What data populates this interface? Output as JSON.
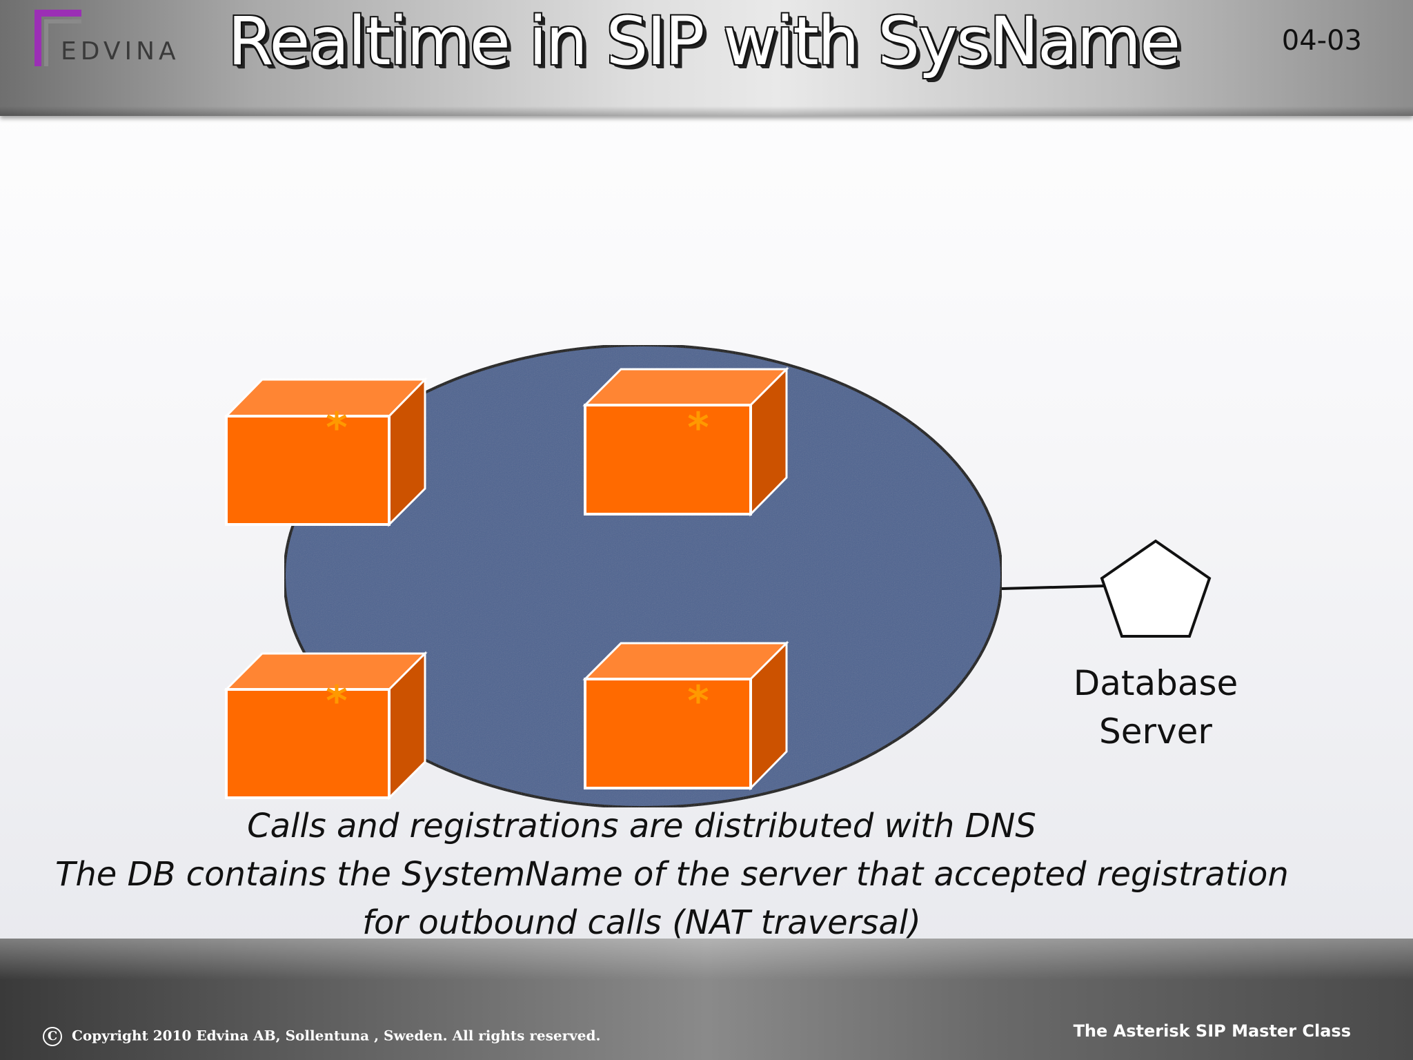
{
  "header": {
    "logo_text": "EDVINA",
    "title": "Realtime in SIP with SysName",
    "slide_number": "04-03"
  },
  "diagram": {
    "server_symbol": "*",
    "database_label_line1": "Database",
    "database_label_line2": "Server",
    "colors": {
      "cloud": "#4d6390",
      "box_front": "#ff6a00",
      "box_top": "#ff8533",
      "box_side": "#cc5200",
      "star": "#ff9900",
      "outline": "#111111"
    }
  },
  "captions": {
    "line1": "Calls and registrations are distributed with DNS",
    "line2": "The DB contains the SystemName of the server that accepted registration",
    "line3": "for outbound calls (NAT traversal)"
  },
  "footer": {
    "copyright_symbol": "C",
    "copyright": "Copyright 2010 Edvina AB, Sollentuna , Sweden. All rights reserved.",
    "course_name": "The Asterisk SIP Master Class"
  }
}
